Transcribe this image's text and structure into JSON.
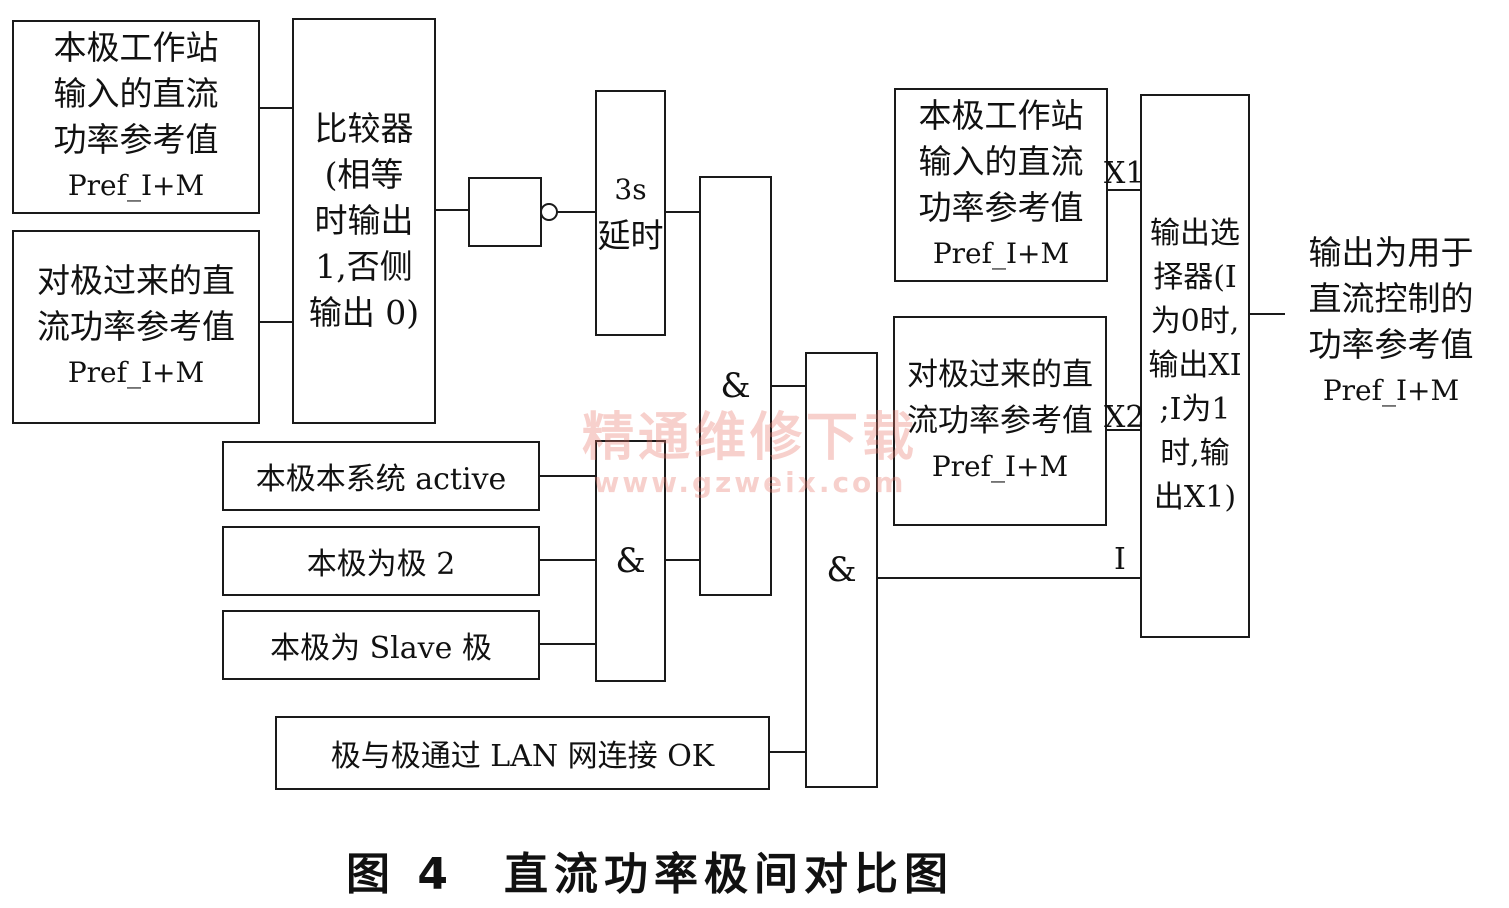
{
  "blocks": {
    "local_ref": {
      "lines": [
        "本极工作站",
        "输入的直流",
        "功率参考值",
        "Pref_I+M"
      ]
    },
    "remote_ref": {
      "lines": [
        "对极过来的直",
        "流功率参考值",
        "Pref_I+M"
      ]
    },
    "comparator": {
      "lines": [
        "比较器",
        "(相等",
        "时输出",
        "1,否侧",
        "输出 0)"
      ]
    },
    "delay": {
      "lines": [
        "3s",
        "延时"
      ]
    },
    "and_main": {
      "label": "&"
    },
    "and_cond": {
      "label": "&"
    },
    "and_final": {
      "label": "&"
    },
    "active": {
      "label": "本极本系统 active"
    },
    "pole2": {
      "label": "本极为极 2"
    },
    "slave": {
      "label": "本极为 Slave 极"
    },
    "lan": {
      "label": "极与极通过 LAN 网连接 OK"
    },
    "x1_ref": {
      "lines": [
        "本极工作站",
        "输入的直流",
        "功率参考值",
        "Pref_I+M"
      ]
    },
    "x2_ref": {
      "lines": [
        "对极过来的直",
        "流功率参考值",
        "Pref_I+M"
      ]
    },
    "selector": {
      "lines": [
        "输出选",
        "择器(I",
        "为0时,",
        "输出XI",
        ";I为1",
        "时,输",
        "出X1)"
      ]
    },
    "output": {
      "lines": [
        "输出为用于",
        "直流控制的",
        "功率参考值",
        "Pref_I+M"
      ]
    }
  },
  "labels": {
    "x1": "X1",
    "x2": "X2",
    "i": "I"
  },
  "caption": "图 4　直流功率极间对比图",
  "watermark": {
    "title": "精通维修下载",
    "url": "www.gzweix.com"
  }
}
